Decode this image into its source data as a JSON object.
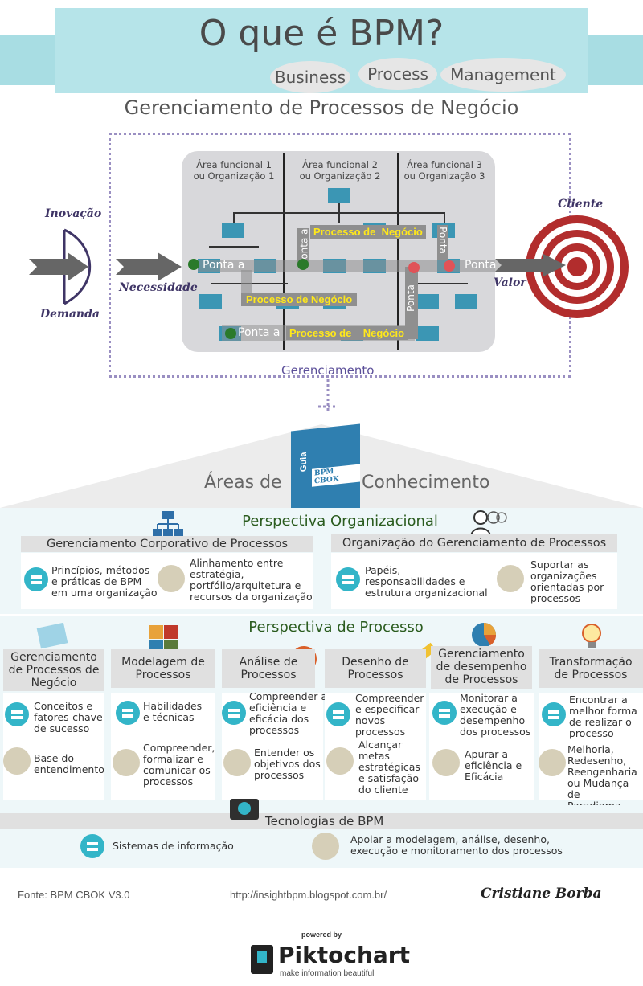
{
  "header": {
    "title": "O que é BPM?",
    "bubbles": [
      "Business",
      "Process",
      "Management"
    ],
    "subtitle": "Gerenciamento de Processos de Negócio"
  },
  "diagram": {
    "areas": [
      {
        "line1": "Área funcional 1",
        "line2": "ou Organização 1"
      },
      {
        "line1": "Área funcional 2",
        "line2": "ou Organização 2"
      },
      {
        "line1": "Área funcional 3",
        "line2": "ou Organização 3"
      }
    ],
    "inovacao": "Inovação",
    "demanda": "Demanda",
    "necessidade": "Necessidade",
    "cliente": "Cliente",
    "valor": "Valor",
    "processo_de": "Processo de",
    "negocio": "Negócio",
    "processo_de_negocio": "Processo de Negócio",
    "ponta_a": "Ponta a",
    "ponta": "Ponta",
    "ponta_a_vertical": "Ponta a",
    "gerenciamento": "Gerenciamento"
  },
  "book": {
    "title": "Guia",
    "subtitle": "BPM CBOK"
  },
  "areas_conhecimento": {
    "left": "Áreas de",
    "right": "Conhecimento"
  },
  "perspectiva_organizacional": {
    "title": "Perspectiva Organizacional",
    "left": {
      "head": "Gerenciamento Corporativo de Processos",
      "item1": [
        "Princípios, métodos",
        "e práticas de BPM",
        "em uma organização"
      ],
      "item2": [
        "Alinhamento entre",
        "estratégia,",
        "portfólio/arquitetura e",
        "recursos da organização"
      ]
    },
    "right": {
      "head": "Organização do Gerenciamento de Processos",
      "item1": [
        "Papéis,",
        "responsabilidades e",
        "estrutura organizacional"
      ],
      "item2": [
        "Suportar as",
        "organizações",
        "orientadas por",
        "processos"
      ]
    }
  },
  "perspectiva_processo": {
    "title": "Perspectiva de Processo",
    "columns": [
      {
        "head": [
          "Gerenciamento",
          "de Processos de",
          "Negócio"
        ],
        "a": [
          "Conceitos e",
          "fatores-chave",
          "de sucesso"
        ],
        "b": [
          "Base do",
          "entendimento"
        ]
      },
      {
        "head": [
          "Modelagem de",
          "Processos"
        ],
        "a": [
          "Habilidades",
          "e técnicas"
        ],
        "b": [
          "Compreender,",
          "formalizar e",
          "comunicar os",
          "processos"
        ]
      },
      {
        "head": [
          "Análise de",
          "Processos"
        ],
        "a": [
          "Compreender a",
          "eficiência e",
          "eficácia dos",
          "processos"
        ],
        "b": [
          "Entender os",
          "objetivos dos",
          "processos"
        ]
      },
      {
        "head": [
          "Desenho de",
          "Processos"
        ],
        "a": [
          "Compreender",
          "e especificar",
          "novos",
          "processos"
        ],
        "b": [
          "Alcançar",
          "metas",
          "estratégicas",
          "e satisfação",
          "do cliente"
        ]
      },
      {
        "head": [
          "Gerenciamento",
          "de desempenho",
          "de Processos"
        ],
        "a": [
          "Monitorar a",
          "execução e",
          "desempenho",
          "dos processos"
        ],
        "b": [
          "Apurar a",
          "eficiência e",
          "Eficácia"
        ]
      },
      {
        "head": [
          "Transformação",
          "de Processos"
        ],
        "a": [
          "Encontrar a",
          "melhor forma",
          "de realizar o",
          "processo"
        ],
        "b": [
          "Melhoria,",
          "Redesenho,",
          "Reengenharia",
          "ou Mudança de",
          "Paradigma"
        ]
      }
    ]
  },
  "tecnologias": {
    "title": "Tecnologias de BPM",
    "item1": "Sistemas de informação",
    "item2": [
      "Apoiar a modelagem, análise, desenho,",
      "execução e monitoramento dos processos"
    ]
  },
  "footer": {
    "fonte": "Fonte: BPM CBOK V3.0",
    "url": "http://insightbpm.blogspot.com.br/",
    "signature": "Cristiane Borba",
    "powered": "powered by",
    "brand": "Piktochart",
    "tagline": "make information beautiful"
  },
  "colors": {
    "teal": "#33b5c8",
    "green_text": "#2b5c1f",
    "purple": "#3f3566",
    "target_red": "#b22d2d"
  }
}
